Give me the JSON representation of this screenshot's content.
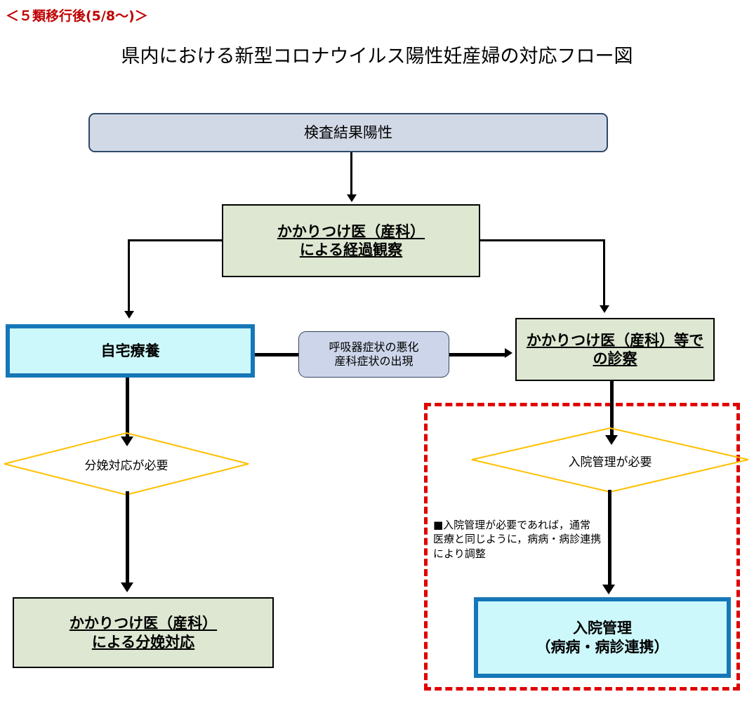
{
  "header": {
    "kicker": "＜５類移行後(5/8～)＞",
    "title": "県内における新型コロナウイルス陽性妊産婦の対応フロー図",
    "kicker_color": "#c00000"
  },
  "palette": {
    "start_fill": "#d2d9e6",
    "start_border": "#2e4a66",
    "green_fill": "#dde7d1",
    "green_border": "#000000",
    "cyan_fill": "#ccf8fb",
    "cyan_border": "#1677b8",
    "note_fill": "#ccd5e9",
    "note_border": "#37435c",
    "diamond_stroke": "#ffc000",
    "dashed_zone": "#e00000",
    "connector": "#000000"
  },
  "nodes": {
    "start": {
      "label": "検査結果陽性",
      "shape": "rounded-rectangle"
    },
    "followup": {
      "line1": "かかりつけ医（産科）",
      "line2": "による経過観察",
      "shape": "rectangle"
    },
    "home_care": {
      "label": "自宅療養",
      "shape": "rectangle"
    },
    "symptom_note": {
      "line1": "呼吸器症状の悪化",
      "line2": "産科症状の出現",
      "shape": "rounded-rectangle"
    },
    "exam": {
      "line1": "かかりつけ医（産科）等で",
      "line2": "の診察",
      "shape": "rectangle"
    },
    "decision_delivery": {
      "label": "分娩対応が必要",
      "shape": "diamond"
    },
    "decision_admission": {
      "label": "入院管理が必要",
      "shape": "diamond"
    },
    "delivery_care": {
      "line1": "かかりつけ医（産科）",
      "line2": "による分娩対応",
      "shape": "rectangle"
    },
    "admission": {
      "line1": "入院管理",
      "line2": "（病病・病診連携）",
      "shape": "rectangle"
    }
  },
  "annotation": {
    "line1": "■入院管理が必要であれば，通常",
    "line2": "医療と同じように，病病・病診連携",
    "line3": "により調整"
  }
}
